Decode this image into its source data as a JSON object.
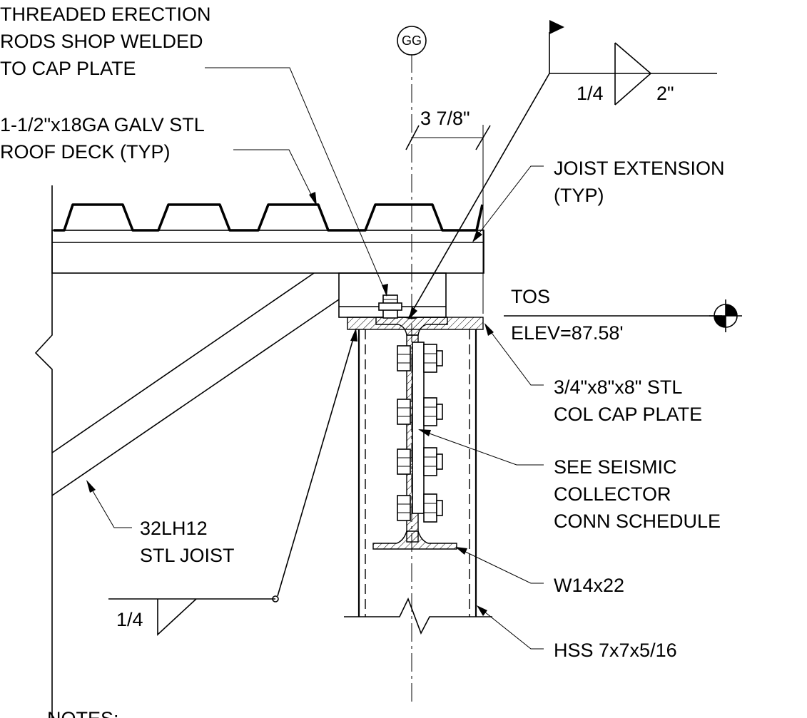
{
  "gridline": {
    "label": "GG"
  },
  "labels": {
    "erection_rods": [
      "THREADED ERECTION",
      "RODS SHOP WELDED",
      "TO CAP PLATE"
    ],
    "roof_deck": [
      "1-1/2\"x18GA GALV STL",
      "ROOF DECK (TYP)"
    ],
    "joist_extension": [
      "JOIST EXTENSION",
      "(TYP)"
    ],
    "cap_plate": [
      "3/4\"x8\"x8\" STL",
      "COL CAP PLATE"
    ],
    "seismic": [
      "SEE SEISMIC",
      "COLLECTOR",
      "CONN SCHEDULE"
    ],
    "joist": [
      "32LH12",
      "STL JOIST"
    ],
    "beam": "W14x22",
    "hss": "HSS 7x7x5/16",
    "notes": "NOTES:"
  },
  "dimension": {
    "value": "3 7/8\""
  },
  "elevation": {
    "tos": "TOS",
    "elev": "ELEV=87.58'"
  },
  "welds": {
    "top": {
      "size": "1/4",
      "length": "2\""
    },
    "bottom": {
      "size": "1/4"
    }
  }
}
